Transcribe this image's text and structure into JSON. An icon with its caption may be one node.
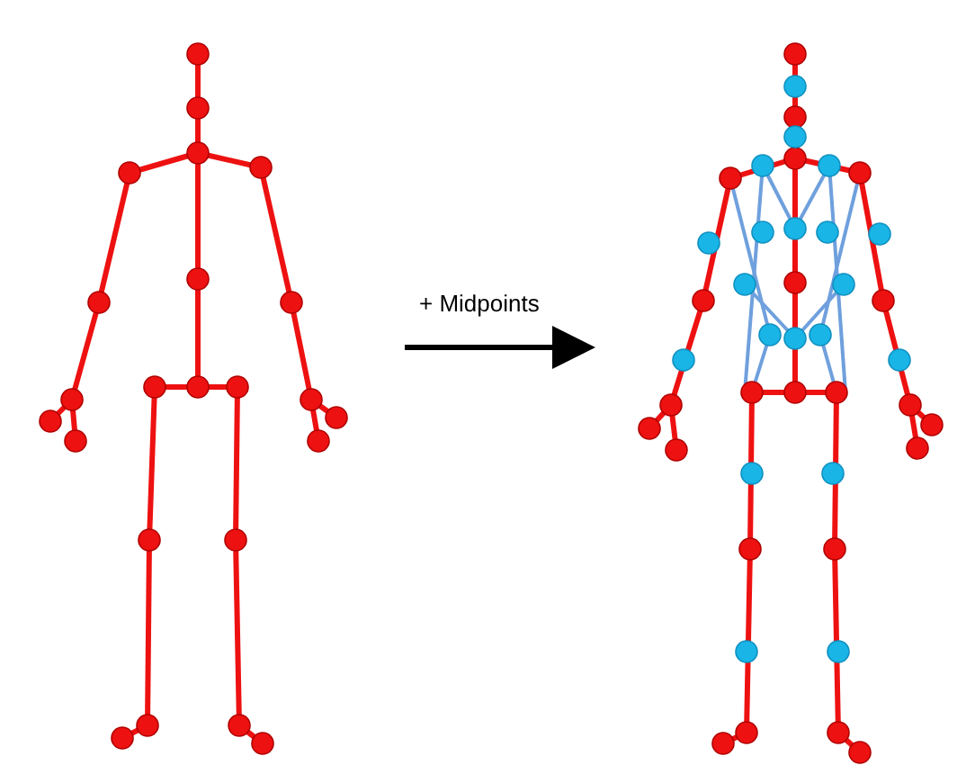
{
  "diagram": {
    "nodes": [
      {
        "text": [],
        "shape": "picture"
      },
      {
        "text": [],
        "shape": "picture"
      }
    ],
    "edges": [
      {
        "from": 0,
        "to": 1,
        "arrow": "to",
        "label": "+ Midpoints"
      }
    ]
  }
}
